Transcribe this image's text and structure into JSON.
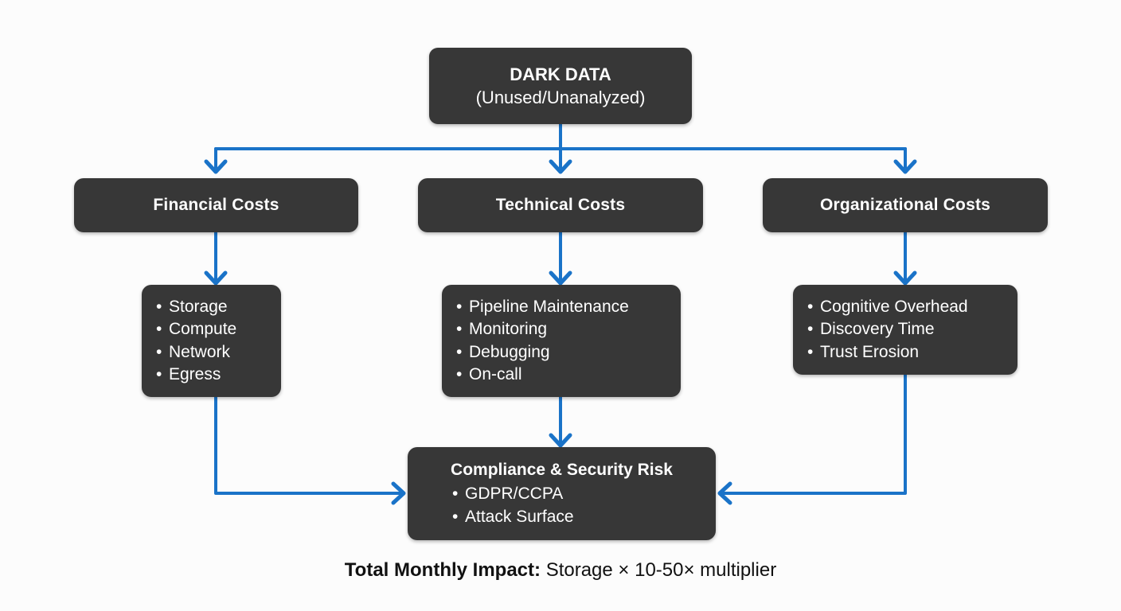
{
  "colors": {
    "background": "#fcfcfc",
    "node_fill": "#373737",
    "node_text": "#ffffff",
    "connector": "#1a73c8",
    "footer_text": "#111111"
  },
  "diagram": {
    "type": "flowchart",
    "root": {
      "line1": "DARK DATA",
      "line2": "(Unused/Unanalyzed)"
    },
    "categories": [
      {
        "label": "Financial Costs"
      },
      {
        "label": "Technical Costs"
      },
      {
        "label": "Organizational Costs"
      }
    ],
    "detail_lists": [
      {
        "items": [
          "Storage",
          "Compute",
          "Network",
          "Egress"
        ]
      },
      {
        "items": [
          "Pipeline Maintenance",
          "Monitoring",
          "Debugging",
          "On-call"
        ]
      },
      {
        "items": [
          "Cognitive Overhead",
          "Discovery Time",
          "Trust Erosion"
        ]
      }
    ],
    "risk": {
      "title": "Compliance & Security Risk",
      "items": [
        "GDPR/CCPA",
        "Attack Surface"
      ]
    },
    "footer": {
      "label": "Total Monthly Impact:",
      "value": "Storage × 10-50× multiplier"
    }
  }
}
